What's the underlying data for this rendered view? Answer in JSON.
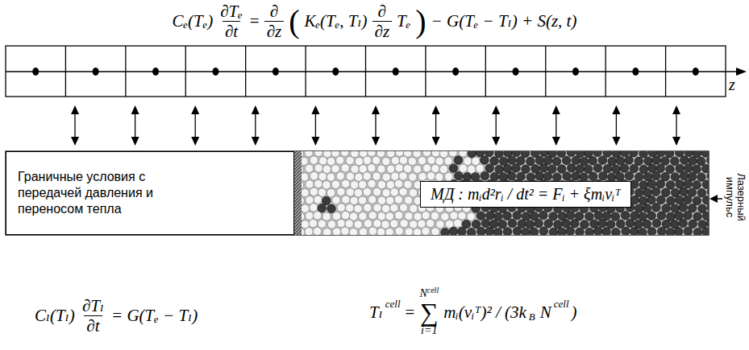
{
  "diagram": {
    "nodes": [
      {
        "text": [
          "Граничные условия с передачей давления и переносом тепла"
        ]
      },
      {
        "text": [
          "МД : mᵢd²rᵢ / dt² = Fᵢ + ξmᵢvᵢᵀ"
        ]
      }
    ],
    "labels": [
      "Cₑ(Tₑ)",
      "∂Tₑ",
      "∂t",
      "=",
      "∂",
      "∂z",
      "(",
      "Kₑ(Tₑ, Tₗ)",
      "∂",
      "∂z",
      "Tₑ",
      ")",
      "− G(Tₑ − Tₗ) + S(z, t)",
      "z",
      "Лазерный импульс",
      "Cₗ(Tₗ)",
      "∂Tₗ",
      "∂t",
      "= G(Tₑ − Tₗ)",
      "Tₗ",
      "cell",
      "=",
      "N",
      "cell",
      "∑",
      "i=1",
      "mᵢ(vᵢᵀ)² / (3k",
      "B",
      "N",
      "cell",
      ")"
    ]
  }
}
